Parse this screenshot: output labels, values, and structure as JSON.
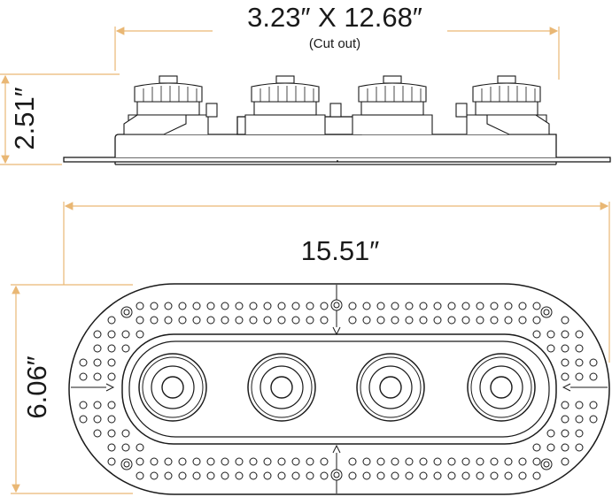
{
  "dimensions": {
    "cutout": "3.23″ X 12.68″",
    "cutout_note": "(Cut out)",
    "height": "2.51″",
    "length": "15.51″",
    "width": "6.06″"
  },
  "colors": {
    "dimension_line": "#e9b774",
    "outline": "#1a1a1a",
    "background": "#ffffff"
  }
}
